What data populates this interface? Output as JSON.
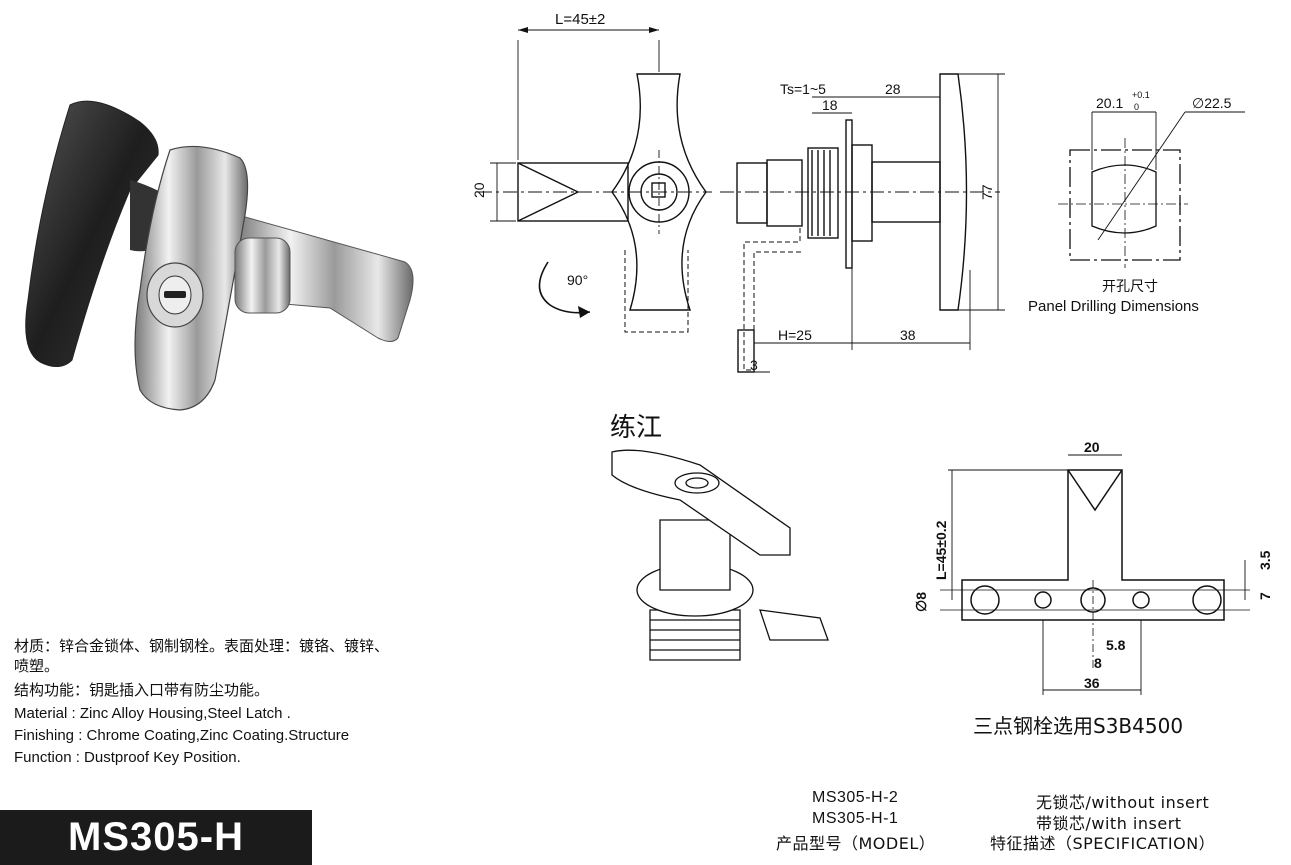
{
  "watermark": "练江",
  "top_view": {
    "length_label": "L=45±2",
    "width_label": "20",
    "rotation_label": "90°"
  },
  "side_view": {
    "ts_label": "Ts=1~5",
    "dim_18": "18",
    "dim_28": "28",
    "dim_77": "77",
    "h_label": "H=25",
    "dim_38": "38",
    "dim_3": "3"
  },
  "panel": {
    "dim_20_1": "20.1",
    "tol_upper": "+0.1",
    "tol_lower": "0",
    "diameter": "∅22.5",
    "cn_caption": "开孔尺寸",
    "en_caption": "Panel Drilling Dimensions"
  },
  "three_point": {
    "top_width": "20",
    "length": "L=45±0.2",
    "dim_3_5": "3.5",
    "dim_7": "7",
    "dim_8_left": "∅8",
    "dim_5_8": "5.8",
    "dim_8_bottom": "8",
    "dim_36": "36",
    "caption": "三点钢栓选用S3B4500"
  },
  "description": {
    "cn_line1": "材质：锌合金锁体、钢制钢栓。表面处理：镀铬、镀锌、",
    "cn_line2": "喷塑。",
    "cn_line3": "结构功能：钥匙插入口带有防尘功能。",
    "en_line1": "Material : Zinc Alloy Housing,Steel Latch .",
    "en_line2": "Finishing : Chrome Coating,Zinc Coating.Structure",
    "en_line3": "Function : Dustproof Key Position."
  },
  "model_name": "MS305-H",
  "model_table": {
    "models": [
      "MS305-H-2",
      "MS305-H-1"
    ],
    "specs": [
      "无锁芯/without insert",
      "带锁芯/with insert"
    ],
    "header_model": "产品型号（MODEL）",
    "header_spec": "特征描述（SPECIFICATION）"
  },
  "colors": {
    "ink": "#111111",
    "model_bg": "#1b1b1b",
    "model_text": "#ffffff"
  }
}
